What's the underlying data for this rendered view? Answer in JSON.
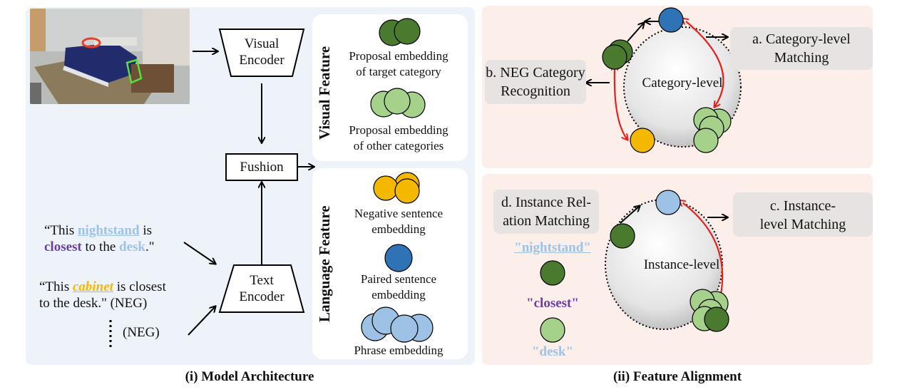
{
  "colors": {
    "dark_green": "#4a7a2e",
    "light_green": "#a6d18a",
    "yellow": "#f5b800",
    "blue": "#2f72b6",
    "light_blue": "#9dc2e6",
    "red": "#e8201c",
    "purple": "#6a3fa0",
    "panel_left_bg": "#eef3fa",
    "panel_right_bg": "#fcefe9"
  },
  "architecture": {
    "visual_encoder_lines": [
      "Visual",
      "Encoder"
    ],
    "text_encoder_lines": [
      "Text",
      "Encoder"
    ],
    "fusion_label": "Fushion",
    "scene_image": "scene-photo",
    "sentence_pos": {
      "open_quote": "“This ",
      "target_word": "nightstand",
      "after_target": " is",
      "relation_word": "closest",
      "middle": " to the ",
      "anchor_word": "desk",
      "close": ".\""
    },
    "sentence_neg": {
      "open_quote": "“This ",
      "neg_word": "cabinet",
      "after_word": " is closest",
      "line2": "to the desk.\" (NEG)"
    },
    "neg_more": "(NEG)",
    "caption": "(i) Model Architecture"
  },
  "visual_feature": {
    "title": "Visual Feature",
    "items": [
      {
        "label_lines": [
          "Proposal embedding",
          "of target category"
        ],
        "color": "dark_green"
      },
      {
        "label_lines": [
          "Proposal embedding",
          "of other categories"
        ],
        "color": "light_green"
      }
    ]
  },
  "language_feature": {
    "title": "Language Feature",
    "items": [
      {
        "label_lines": [
          "Negative sentence",
          "embedding"
        ],
        "color": "yellow"
      },
      {
        "label_lines": [
          "Paired sentence",
          "embedding"
        ],
        "color": "blue"
      },
      {
        "label_lines": [
          "Phrase embedding"
        ],
        "color": "light_blue"
      }
    ]
  },
  "alignment": {
    "category_level": {
      "sphere_label": "Category-level",
      "a_lines": [
        "a. Category-level",
        "Matching"
      ],
      "b_lines": [
        "b. NEG Category",
        "Recognition"
      ]
    },
    "instance_level": {
      "sphere_label": "Instance-level",
      "c_lines": [
        "c. Instance-",
        "level Matching"
      ],
      "d_lines": [
        "d. Instance Rel-",
        "ation Matching"
      ],
      "phrases": [
        "\"nightstand\"",
        "\"closest\"",
        "\"desk\""
      ]
    },
    "caption": "(ii) Feature Alignment"
  }
}
